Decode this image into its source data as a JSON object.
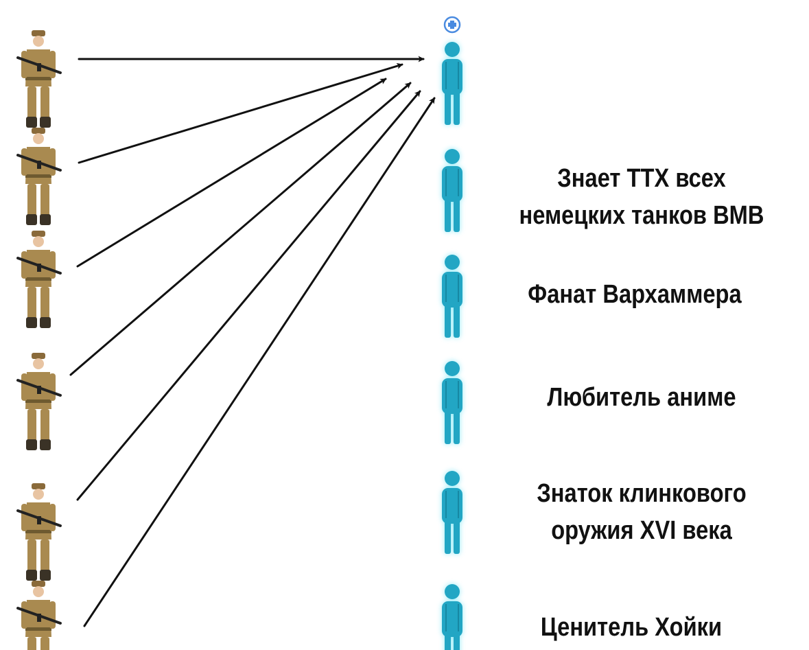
{
  "labels": [
    "Знает ТТХ всех\nнемецких танков ВМВ",
    "Фанат Вархаммера",
    "Любитель аниме",
    "Знаток клинкового\nоружия XVI века",
    "Ценитель Хойки"
  ],
  "icons": {
    "plus": "plus-circle-icon",
    "person": "person-icon",
    "soldier": "soldier-figure"
  },
  "colors": {
    "background": "#ffffff",
    "person": "#22a6c4",
    "person_glow": "#7fe6f5",
    "arrow": "#111111",
    "text": "#111111",
    "uniform": "#a98a50",
    "uniform_dark": "#6e5a30",
    "plus": "#4a8be0"
  }
}
